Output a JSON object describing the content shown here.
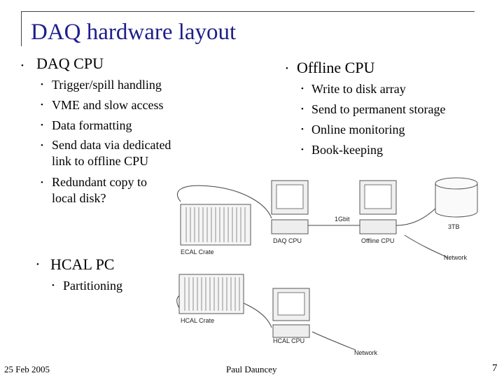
{
  "title": "DAQ hardware layout",
  "left": {
    "heading": "DAQ CPU",
    "items": [
      "Trigger/spill handling",
      "VME and slow access",
      "Data formatting",
      "Send data via dedicated",
      "link to offline CPU",
      "Redundant copy to",
      "local disk?"
    ],
    "heading2": "HCAL PC",
    "items2": [
      "Partitioning"
    ]
  },
  "right": {
    "heading": "Offline CPU",
    "items": [
      "Write to disk array",
      "Send to permanent storage",
      "Online monitoring",
      "Book-keeping"
    ]
  },
  "diagram": {
    "ecal_crate": "ECAL Crate",
    "hcal_crate": "HCAL Crate",
    "daq_cpu": "DAQ CPU",
    "offline_cpu": "Offline CPU",
    "hcal_cpu": "HCAL CPU",
    "link": "1Gbit",
    "disk": "3TB",
    "network1": "Network",
    "network2": "Network"
  },
  "footer": {
    "date": "25 Feb 2005",
    "author": "Paul Dauncey",
    "page": "7"
  }
}
